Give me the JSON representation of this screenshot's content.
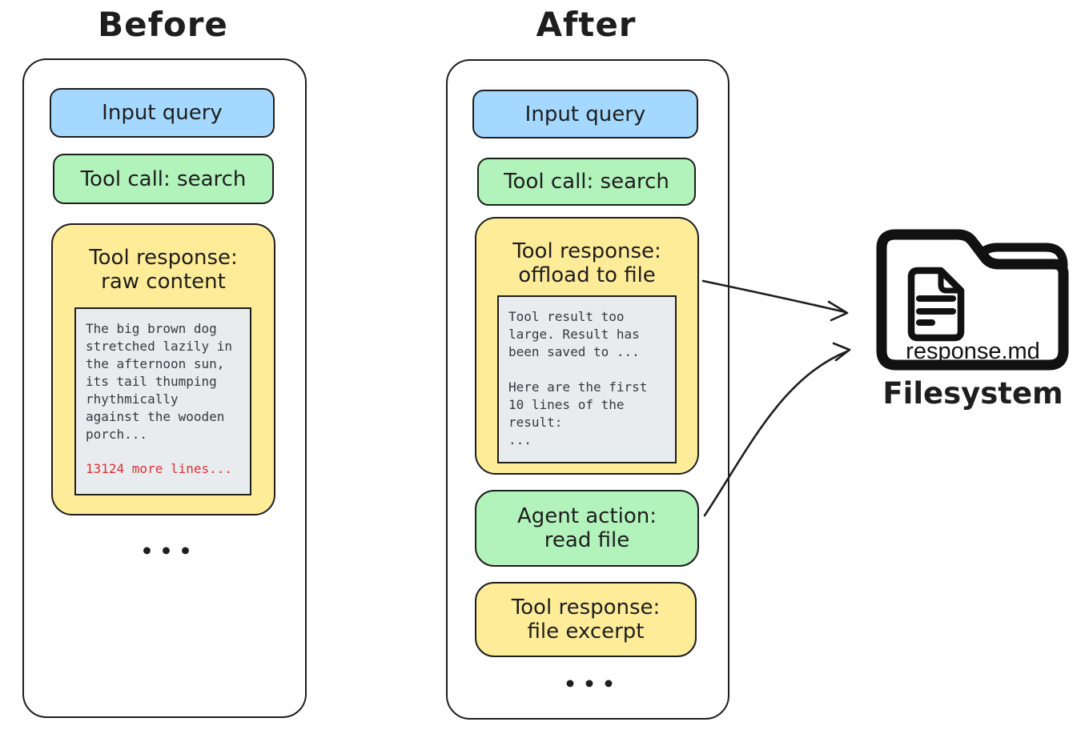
{
  "colors": {
    "stroke": "#1e1e1e",
    "blue_fill": "#a5d8ff",
    "green_fill": "#b2f2bb",
    "yellow_fill": "#ffec99",
    "code_background": "#e9ecef",
    "code_text": "#343a40",
    "overflow_red": "#e03131"
  },
  "before": {
    "title": "Before",
    "input_query": "Input query",
    "tool_call": "Tool call: search",
    "tool_response_title": "Tool response:\nraw content",
    "raw_content": "The big brown dog\nstretched lazily in\nthe afternoon sun,\nits tail thumping\nrhythmically\nagainst the wooden\nporch...",
    "more_lines": "13124 more lines...",
    "ellipsis": "•••"
  },
  "after": {
    "title": "After",
    "input_query": "Input query",
    "tool_call": "Tool call: search",
    "tool_response_title": "Tool response:\noffload to file",
    "offload_message": "Tool result too\nlarge. Result has\nbeen saved to ...\n\nHere are the first\n10 lines of the\nresult:\n...",
    "agent_action": "Agent action:\nread file",
    "file_excerpt": "Tool response:\nfile excerpt",
    "ellipsis": "•••"
  },
  "filesystem": {
    "file_name": "response.md",
    "label": "Filesystem"
  }
}
